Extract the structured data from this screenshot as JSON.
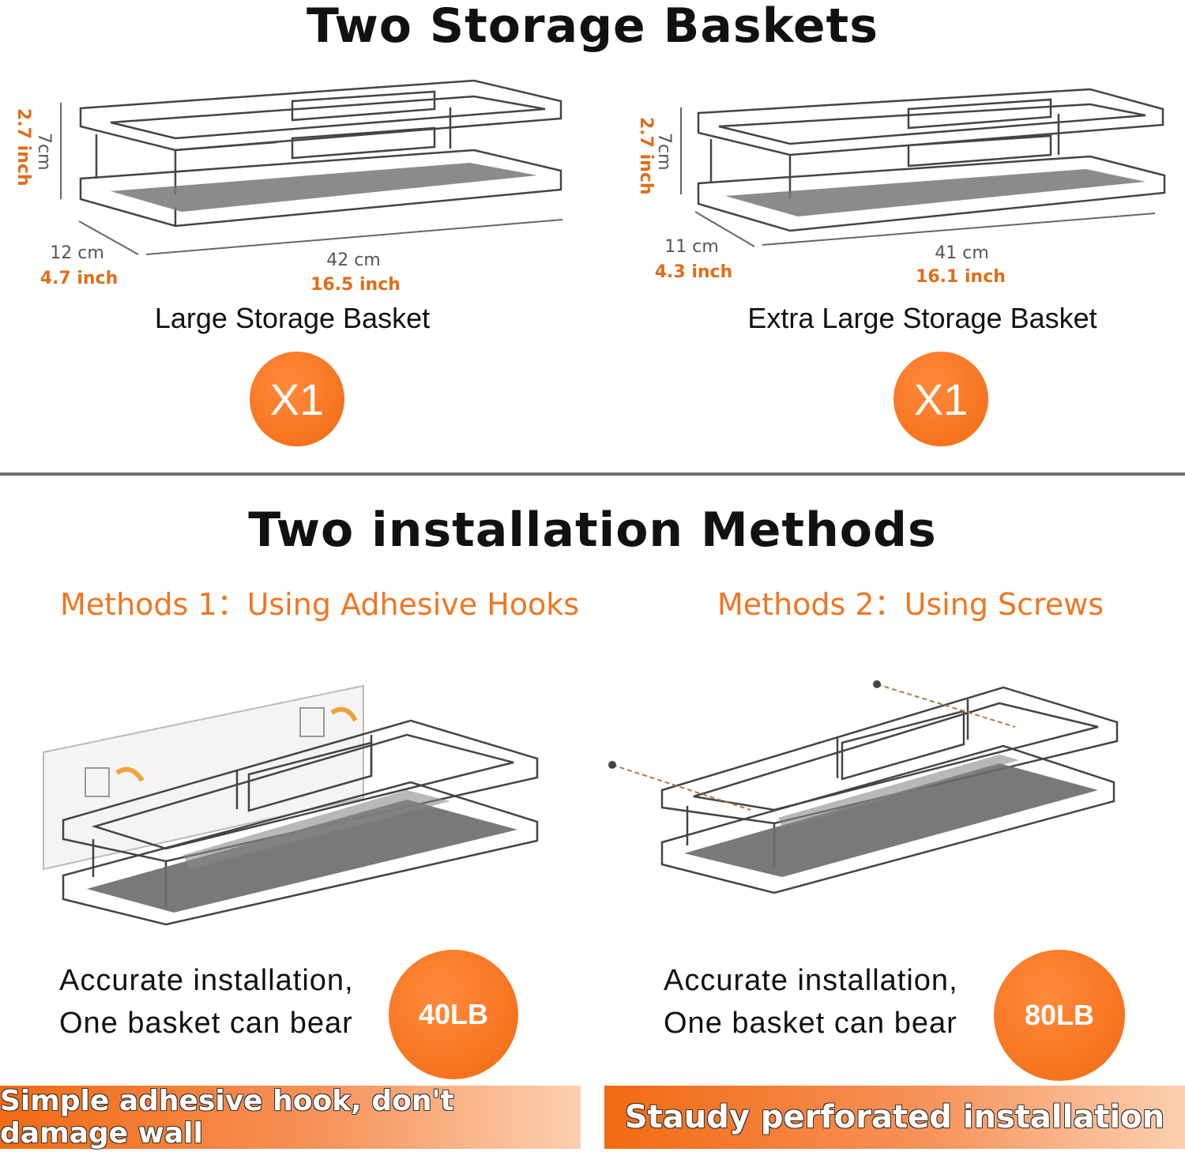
{
  "header": {
    "title": "Two Storage Baskets"
  },
  "baskets": [
    {
      "name": "Large Storage Basket",
      "height_cm": "7cm",
      "height_in": "2.7 inch",
      "depth_cm": "12 cm",
      "depth_in": "4.7 inch",
      "width_cm": "42 cm",
      "width_in": "16.5 inch",
      "qty": "X1"
    },
    {
      "name": "Extra Large Storage Basket",
      "height_cm": "7cm",
      "height_in": "2.7 inch",
      "depth_cm": "11 cm",
      "depth_in": "4.3 inch",
      "width_cm": "41 cm",
      "width_in": "16.1 inch",
      "qty": "X1"
    }
  ],
  "installation": {
    "title": "Two installation Methods",
    "methods": [
      {
        "heading": "Methods 1：Using Adhesive Hooks",
        "line1": "Accurate installation,",
        "line2": "One basket can bear",
        "load": "40LB",
        "banner": "Simple adhesive hook, don't damage wall"
      },
      {
        "heading": "Methods 2：Using Screws",
        "line1": "Accurate installation,",
        "line2": "One basket can bear",
        "load": "80LB",
        "banner": "Staudy perforated installation"
      }
    ]
  },
  "colors": {
    "accent": "#f26a12",
    "accent_text": "#e06d1a",
    "divider": "#6b6b6b"
  }
}
